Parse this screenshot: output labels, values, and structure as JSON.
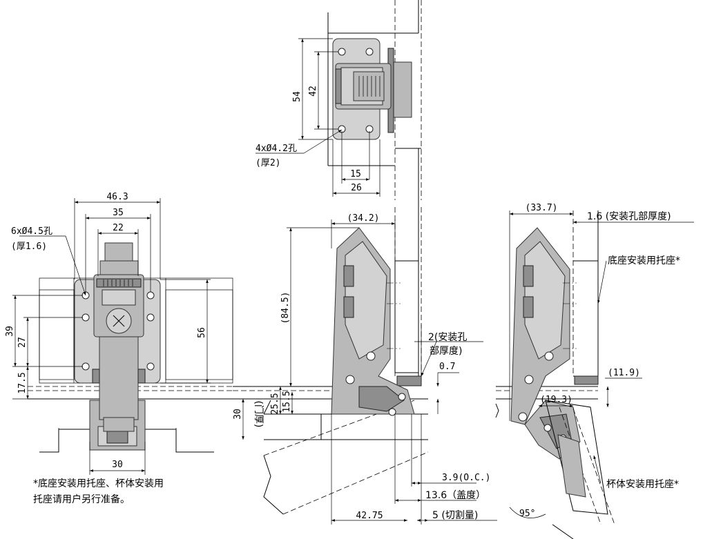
{
  "top_view": {
    "dim_54": "54",
    "dim_42": "42",
    "dim_15": "15",
    "dim_26": "26",
    "hole_note": "4xØ4.2孔",
    "hole_note_2": "(厚2)"
  },
  "front_view": {
    "dim_46_3": "46.3",
    "dim_35": "35",
    "dim_22": "22",
    "dim_39": "39",
    "dim_27": "27",
    "dim_17_5": "17.5",
    "dim_56": "56",
    "dim_30": "30",
    "hole_note": "6xØ4.5孔",
    "hole_note_2": "(厚1.6)"
  },
  "side_view_closed": {
    "dim_34_2": "(34.2)",
    "dim_84_5": "(84.5)",
    "dim_15_5": "15.5",
    "dim_25_5": "25.5",
    "dim_30": "30",
    "door_thickness": "(门厚)",
    "mount_thickness": "2(安装孔",
    "mount_thickness_2": "部厚度)",
    "dim_0_7": "0.7",
    "dim_3_9": "3.9(O.C.)",
    "dim_13_6": "13.6（盖度）",
    "dim_42_75": "42.75",
    "dim_5": "5 (切割量)"
  },
  "side_view_open": {
    "dim_33_7": "(33.7)",
    "dim_1_6": "1.6 (安装孔部厚度)",
    "base_bracket": "底座安装用托座*",
    "dim_11_9": "(11.9)",
    "dim_19_3": "(19.3)",
    "cup_bracket": "杯体安装用托座*",
    "angle": "95°"
  },
  "footnote": {
    "line1": "*底座安装用托座、杯体安装用",
    "line2": "托座请用户另行准备。"
  }
}
